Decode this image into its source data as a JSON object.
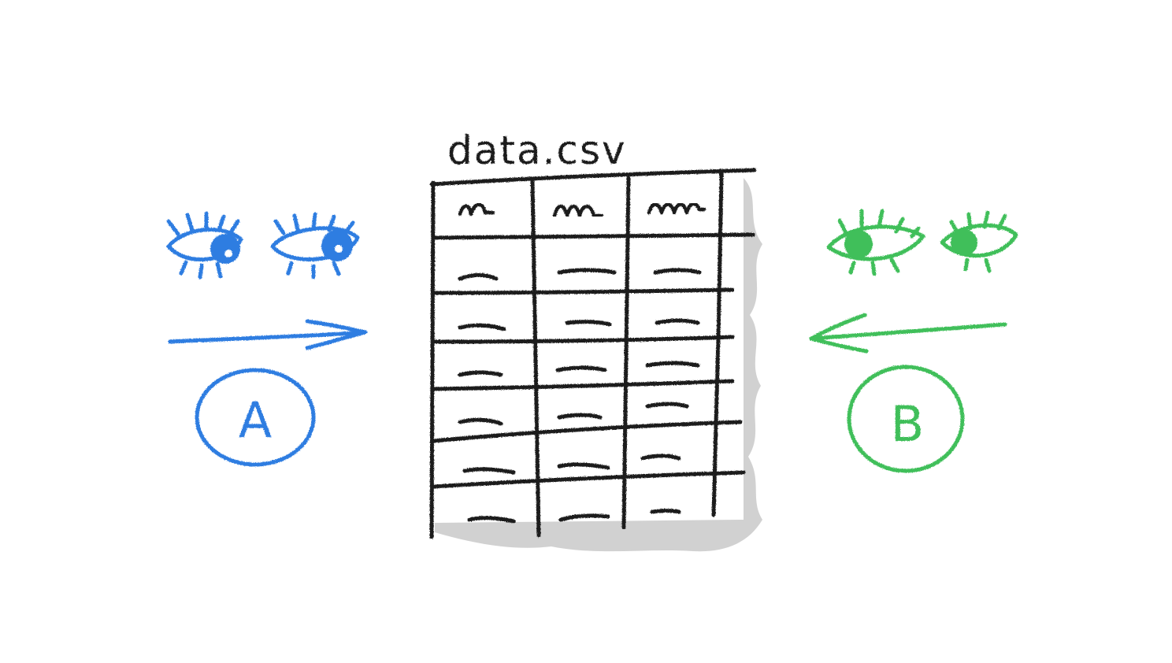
{
  "file": {
    "name": "data.csv"
  },
  "viewers": [
    {
      "id": "A",
      "label": "A",
      "color": "#2f7de1",
      "arrow_direction": "right"
    },
    {
      "id": "B",
      "label": "B",
      "color": "#3fbf5a",
      "arrow_direction": "left"
    }
  ],
  "table": {
    "ink_color": "#1c1c1c",
    "shadow_color": "#9a9a9a",
    "rows_drawn": 6,
    "columns_drawn": 3
  }
}
